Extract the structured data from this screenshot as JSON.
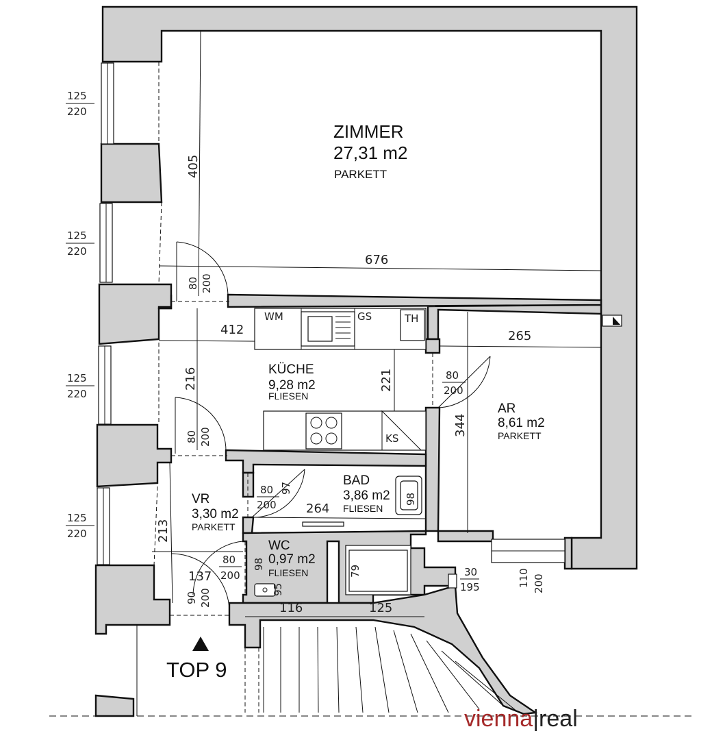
{
  "rooms": {
    "zimmer": {
      "name": "ZIMMER",
      "area": "27,31 m2",
      "floor": "PARKETT"
    },
    "kueche": {
      "name": "KÜCHE",
      "area": "9,28 m2",
      "floor": "FLIESEN"
    },
    "ar": {
      "name": "AR",
      "area": "8,61 m2",
      "floor": "PARKETT"
    },
    "bad": {
      "name": "BAD",
      "area": "3,86 m2",
      "floor": "FLIESEN"
    },
    "vr": {
      "name": "VR",
      "area": "3,30 m2",
      "floor": "PARKETT"
    },
    "wc": {
      "name": "WC",
      "area": "0,97 m2",
      "floor": "FLIESEN"
    }
  },
  "dimensions": {
    "zimmer_height": "405",
    "zimmer_width": "676",
    "kueche_width": "412",
    "kueche_height": "216",
    "kueche_inner": "221",
    "ar_width": "265",
    "ar_height": "344",
    "vr_height": "213",
    "bad_width": "264",
    "vr_width": "137",
    "wc_width": "116",
    "stair_width": "125",
    "door_zimmer_w": "80",
    "door_zimmer_h": "200",
    "door_kueche_w": "80",
    "door_kueche_h": "200",
    "door_ar_w": "80",
    "door_ar_h": "200",
    "door_bad_w": "80",
    "door_bad_h": "200",
    "door_wc_w": "80",
    "door_wc_h": "200",
    "door_entry_w": "90",
    "door_entry_h": "200",
    "bad_small_97": "97",
    "bad_basin_98": "98",
    "wc_98": "98",
    "wc_95": "95",
    "shaft_79": "79",
    "small_window_w": "30",
    "small_window_h": "195",
    "ar_window_w": "110",
    "ar_window_h": "200"
  },
  "windows": [
    {
      "top": "125",
      "bottom": "220"
    },
    {
      "top": "125",
      "bottom": "220"
    },
    {
      "top": "125",
      "bottom": "220"
    },
    {
      "top": "125",
      "bottom": "220"
    }
  ],
  "fixtures": {
    "washing_machine": "WM",
    "dishwasher": "GS",
    "water_heater": "TH",
    "fridge": "KS"
  },
  "unit_label": "TOP 9",
  "logo": {
    "part1": "vienna",
    "separator": "|",
    "part2": "real",
    "accent_color": "#a52a2a"
  },
  "colors": {
    "wall_fill": "#d0d0d0",
    "line": "#111111"
  }
}
